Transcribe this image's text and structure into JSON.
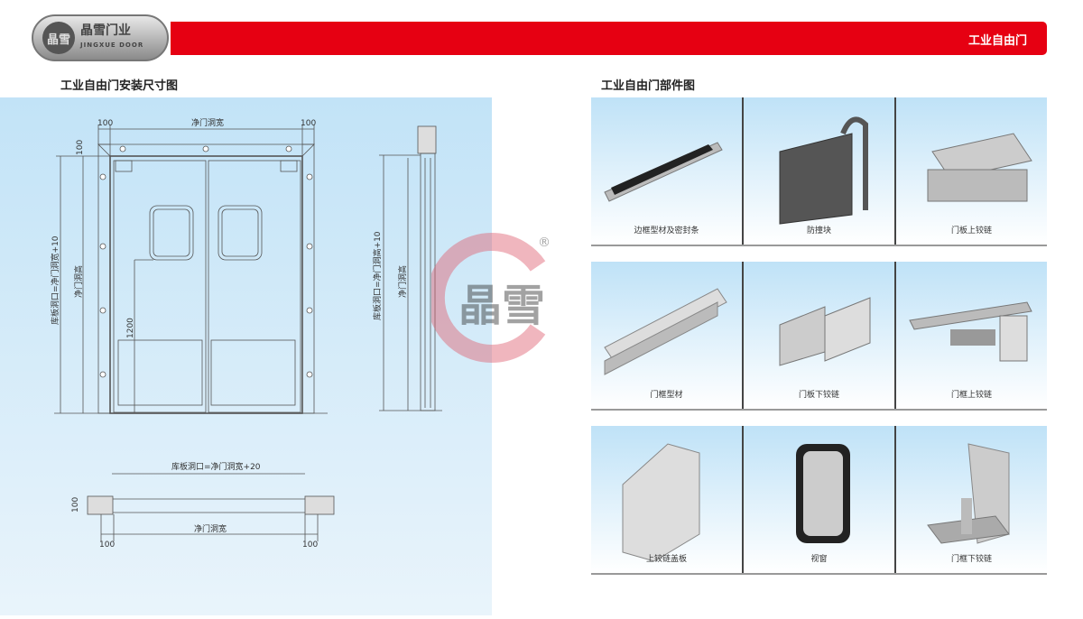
{
  "header": {
    "logo_text": "晶雪门业",
    "logo_sub": "JINGXUE DOOR",
    "logo_mark": "晶雪",
    "section": "工业自由门"
  },
  "left": {
    "title": "工业自由门安装尺寸图",
    "front": {
      "dim_left": "100",
      "dim_center": "净门洞宽",
      "dim_right": "100",
      "dim_top": "100",
      "dim_outer_height": "库板洞口=净门洞宽+10",
      "dim_inner_height": "净门洞高",
      "dim_window": "1200"
    },
    "side": {
      "dim_outer_height": "库板洞口=净门洞高+10",
      "dim_inner_height": "净门洞高"
    },
    "plan": {
      "dim_top": "库板洞口=净门洞宽+20",
      "dim_bottom": "净门洞宽",
      "dim_left": "100",
      "dim_right": "100",
      "dim_side": "100"
    }
  },
  "right": {
    "title": "工业自由门部件图",
    "parts": [
      {
        "label": "边框型材及密封条",
        "icon": "frame-profile-seal"
      },
      {
        "label": "防撞块",
        "icon": "bumper-plate"
      },
      {
        "label": "门板上铰链",
        "icon": "door-top-hinge"
      },
      {
        "label": "门框型材",
        "icon": "frame-profile"
      },
      {
        "label": "门板下铰链",
        "icon": "door-bottom-hinge"
      },
      {
        "label": "门框上铰链",
        "icon": "frame-top-hinge"
      },
      {
        "label": "上铰链盖板",
        "icon": "hinge-cover-plate"
      },
      {
        "label": "视窗",
        "icon": "view-window"
      },
      {
        "label": "门框下铰链",
        "icon": "frame-bottom-hinge"
      }
    ]
  },
  "watermark": {
    "text": "晶雪",
    "reg": "®"
  },
  "colors": {
    "brand_red": "#e60012",
    "panel_blue": "#c2e3f7"
  }
}
